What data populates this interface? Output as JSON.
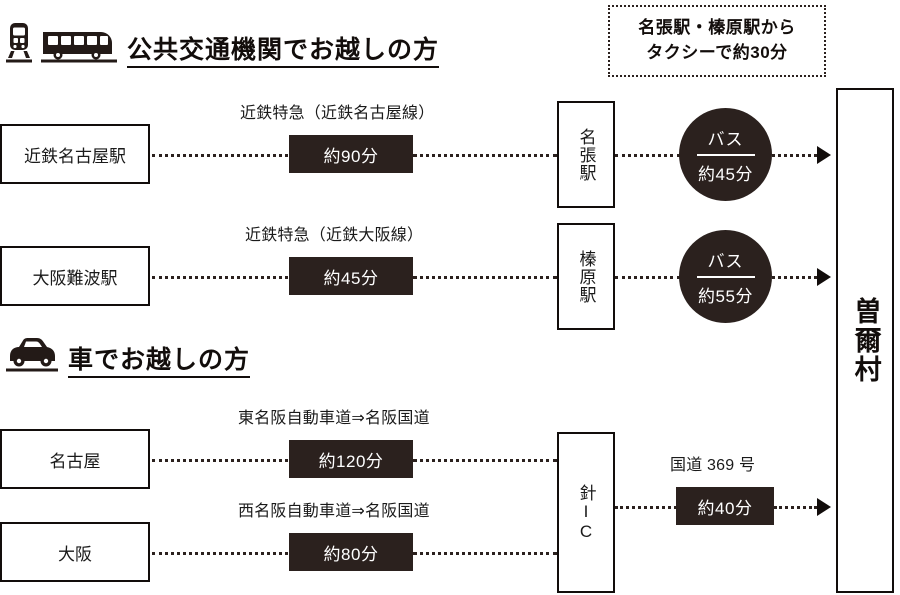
{
  "sections": {
    "public": {
      "title": "公共交通機関でお越しの方",
      "icons": [
        "train-icon",
        "bus-icon"
      ]
    },
    "car": {
      "title": "車でお越しの方",
      "icons": [
        "car-icon"
      ]
    }
  },
  "callout": {
    "name": "taxi-callout",
    "line1": "名張駅・榛原駅から",
    "line2": "タクシーで約30分"
  },
  "destination": {
    "label": "曽爾村"
  },
  "public_routes": [
    {
      "origin": "近鉄名古屋駅",
      "caption": "近鉄特急（近鉄名古屋線）",
      "duration": "約90分",
      "station": "名張駅",
      "transfer_mode": "バス",
      "transfer_duration": "約45分"
    },
    {
      "origin": "大阪難波駅",
      "caption": "近鉄特急（近鉄大阪線）",
      "duration": "約45分",
      "station": "榛原駅",
      "transfer_mode": "バス",
      "transfer_duration": "約55分"
    }
  ],
  "car_routes": [
    {
      "origin": "名古屋",
      "caption": "東名阪自動車道⇒名阪国道",
      "duration": "約120分"
    },
    {
      "origin": "大阪",
      "caption": "西名阪自動車道⇒名阪国道",
      "duration": "約80分"
    }
  ],
  "car_interchange": {
    "label": "針IC",
    "caption": "国道 369 号",
    "duration": "約40分"
  },
  "colors": {
    "ink": "#120d0b",
    "chip": "#2b211e",
    "background": "#ffffff"
  }
}
